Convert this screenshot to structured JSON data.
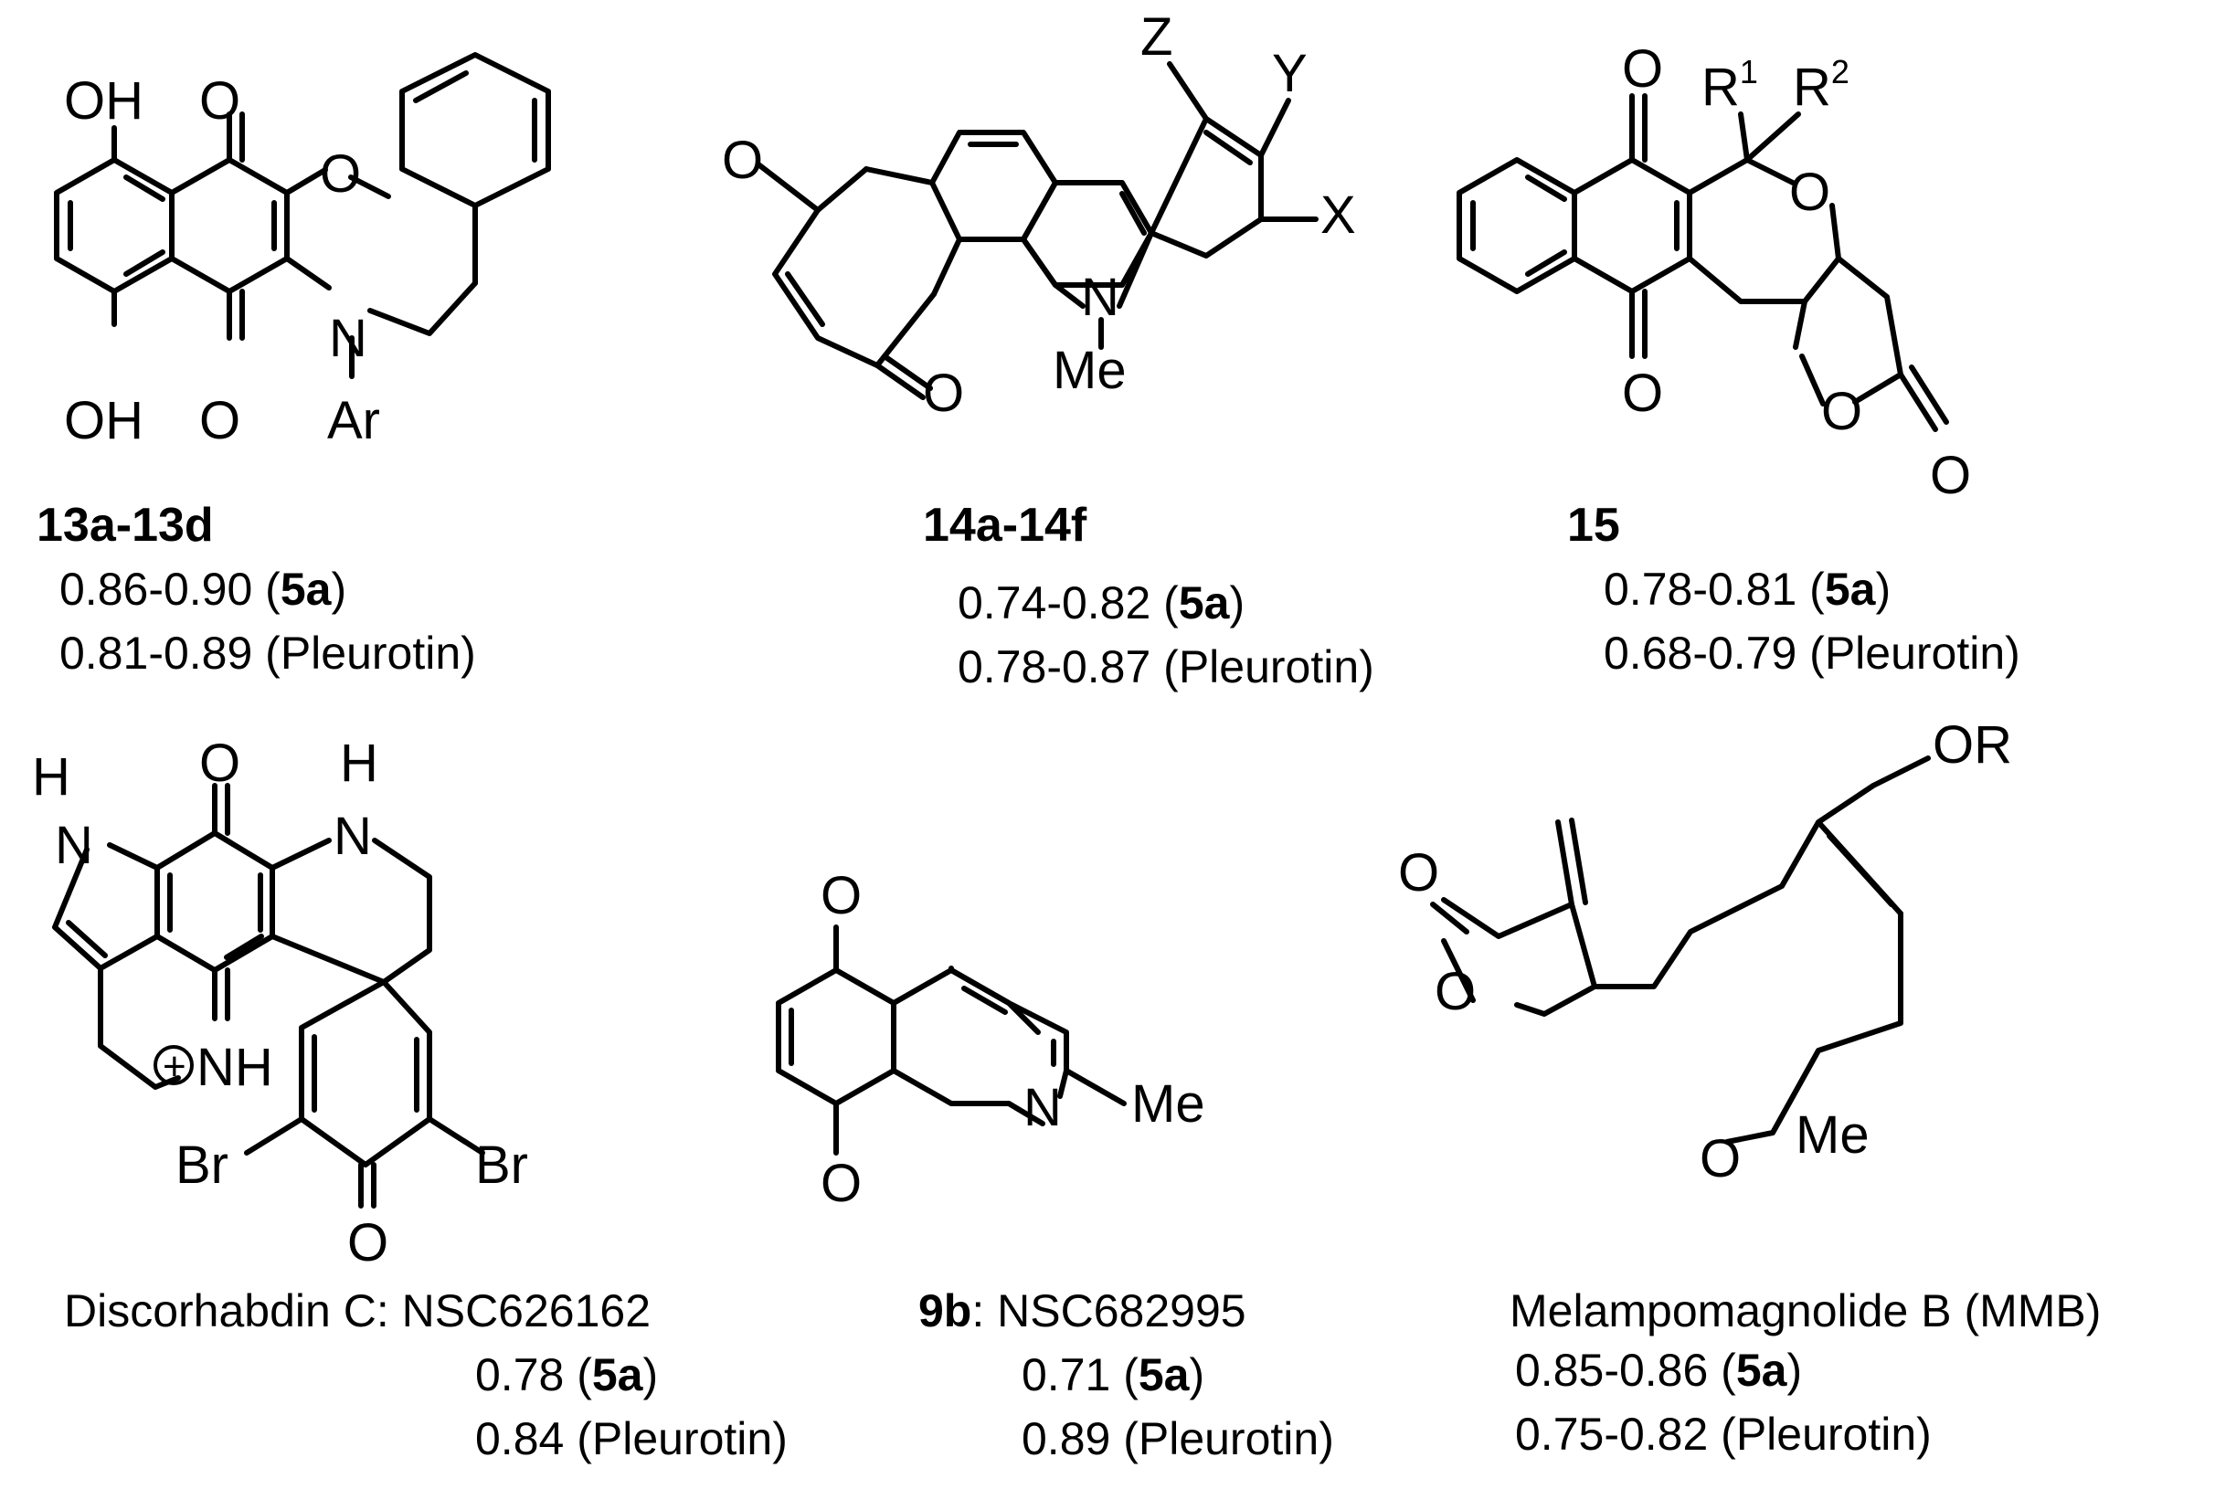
{
  "atoms": {
    "OH": "OH",
    "O": "O",
    "N": "N",
    "NH": "NH",
    "H": "H",
    "Ar": "Ar",
    "Me": "Me",
    "X": "X",
    "Y": "Y",
    "Z": "Z",
    "R": "R",
    "OR": "OR",
    "Br": "Br",
    "sup1": "1",
    "sup2": "2",
    "plus": "+"
  },
  "compounds": [
    {
      "id": "13a-13d",
      "lines": [
        {
          "value": "0.86-0.90 (",
          "ref": "5a",
          "close": ")"
        },
        {
          "value": "0.81-0.89 (Pleurotin)"
        }
      ]
    },
    {
      "id": "14a-14f",
      "lines": [
        {
          "value": "0.74-0.82 (",
          "ref": "5a",
          "close": ")"
        },
        {
          "value": "0.78-0.87 (Pleurotin)"
        }
      ]
    },
    {
      "id": "15",
      "lines": [
        {
          "value": "0.78-0.81 (",
          "ref": "5a",
          "close": ")"
        },
        {
          "value": "0.68-0.79 (Pleurotin)"
        }
      ]
    },
    {
      "name": "Discorhabdin C: NSC626162",
      "lines": [
        {
          "value": "0.78 (",
          "ref": "5a",
          "close": ")"
        },
        {
          "value": "0.84 (Pleurotin)"
        }
      ]
    },
    {
      "id": "9b",
      "suffix": ": NSC682995",
      "lines": [
        {
          "value": "0.71 (",
          "ref": "5a",
          "close": ")"
        },
        {
          "value": "0.89 (Pleurotin)"
        }
      ]
    },
    {
      "name": "Melampomagnolide B (MMB)",
      "lines": [
        {
          "value": "0.85-0.86 (",
          "ref": "5a",
          "close": ")"
        },
        {
          "value": "0.75-0.82 (Pleurotin)"
        }
      ]
    }
  ]
}
